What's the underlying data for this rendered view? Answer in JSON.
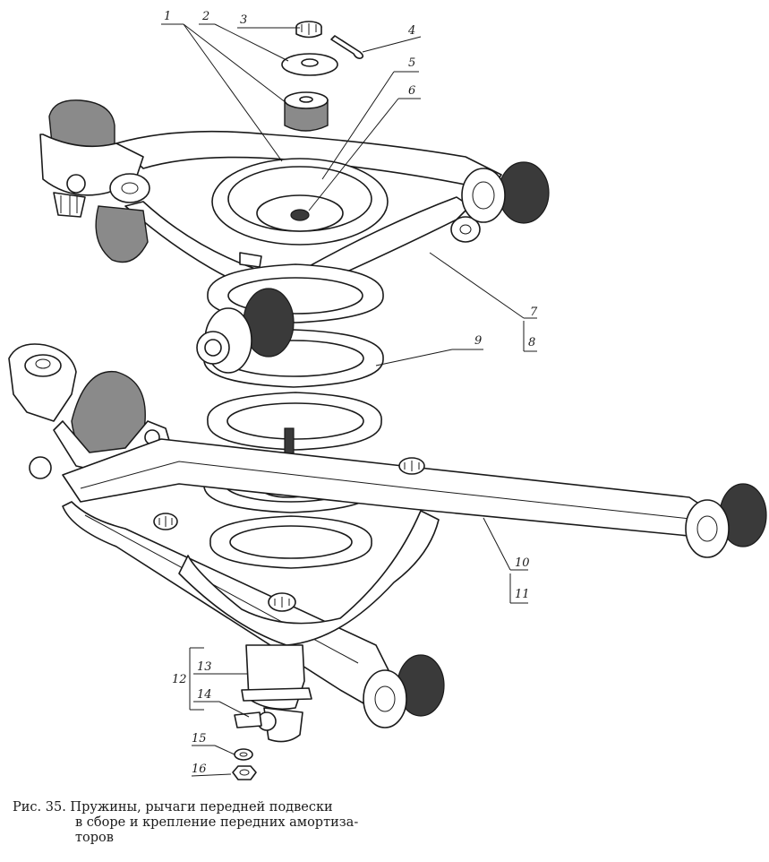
{
  "figure": {
    "callouts": {
      "c1": "1",
      "c2": "2",
      "c3": "3",
      "c4": "4",
      "c5": "5",
      "c6": "6",
      "c7": "7",
      "c8": "8",
      "c9": "9",
      "c10": "10",
      "c11": "11",
      "c12": "12",
      "c13": "13",
      "c14": "14",
      "c15": "15",
      "c16": "16"
    }
  },
  "caption": {
    "line1": "Рис. 35. Пружины,   рычаги   передней   подвески",
    "line2": "в сборе и крепление передних амортиза-",
    "line3": "торов"
  }
}
